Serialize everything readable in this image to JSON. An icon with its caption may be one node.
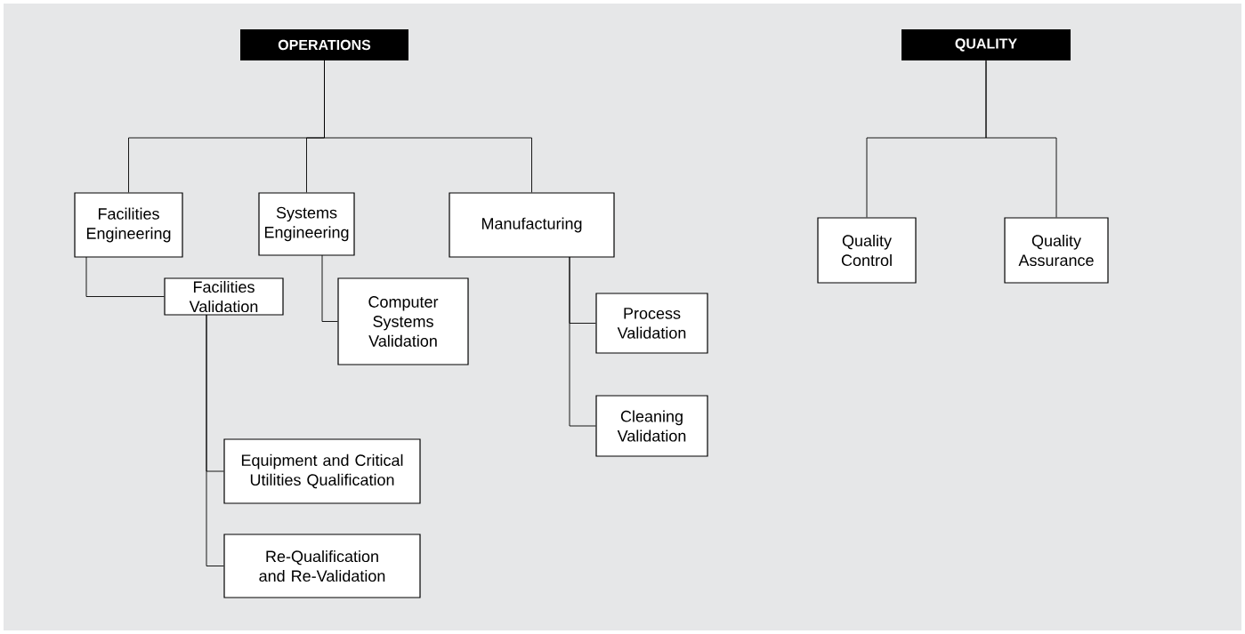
{
  "diagram": {
    "nodes": [
      {
        "text": [
          "OPERATIONS"
        ]
      },
      {
        "text": [
          "Facilities Engineering"
        ]
      },
      {
        "text": [
          "Systems Engineering"
        ]
      },
      {
        "text": [
          "Manufacturing"
        ]
      },
      {
        "text": [
          "Facilities Validation"
        ]
      },
      {
        "text": [
          "Computer Systems Validation"
        ]
      },
      {
        "text": [
          "Process Validation"
        ]
      },
      {
        "text": [
          "Cleaning Validation"
        ]
      },
      {
        "text": [
          "Equipment and Critical Utilities Qualification"
        ]
      },
      {
        "text": [
          "Re-Qualification and Re-Validation"
        ]
      },
      {
        "text": [
          "QUALITY"
        ]
      },
      {
        "text": [
          "Quality Control"
        ]
      },
      {
        "text": [
          "Quality Assurance"
        ]
      }
    ],
    "edges": [
      {
        "from": 0,
        "to": 1,
        "arrow": "none"
      },
      {
        "from": 0,
        "to": 2,
        "arrow": "none"
      },
      {
        "from": 0,
        "to": 3,
        "arrow": "none"
      },
      {
        "from": 1,
        "to": 4,
        "arrow": "none"
      },
      {
        "from": 2,
        "to": 5,
        "arrow": "none"
      },
      {
        "from": 3,
        "to": 6,
        "arrow": "none"
      },
      {
        "from": 3,
        "to": 7,
        "arrow": "none"
      },
      {
        "from": 4,
        "to": 8,
        "arrow": "none"
      },
      {
        "from": 4,
        "to": 9,
        "arrow": "none"
      },
      {
        "from": 10,
        "to": 11,
        "arrow": "none"
      },
      {
        "from": 10,
        "to": 12,
        "arrow": "none"
      }
    ]
  }
}
